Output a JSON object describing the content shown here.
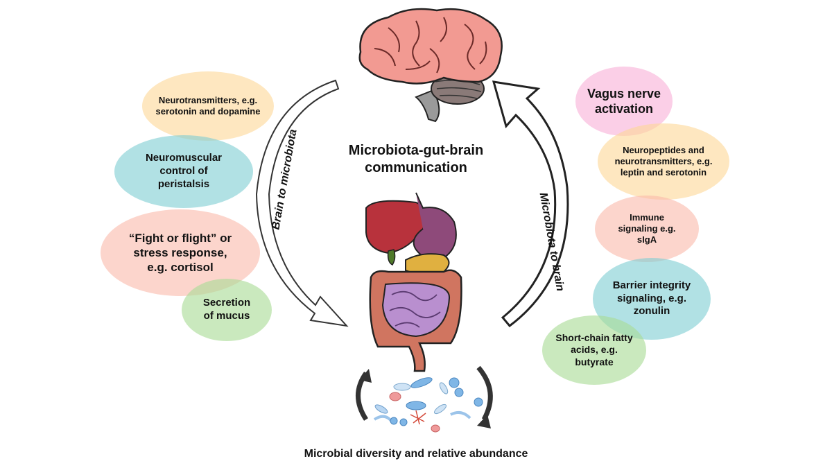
{
  "title": "Microbiota-gut-brain communication",
  "caption": "Microbial diversity and relative abundance",
  "arrows": {
    "left_label": "Brain to microbiota",
    "right_label": "Microbiota to brain"
  },
  "left_bubbles": [
    {
      "text": "Neurotransmitters, e.g. serotonin and dopamine",
      "color": "#fdd796"
    },
    {
      "text": "Neuromuscular control of peristalsis",
      "color": "#7dcdd2"
    },
    {
      "text": "“Fight or flight” or stress response, e.g. cortisol",
      "color": "#fab9aa"
    },
    {
      "text": "Secretion of mucus",
      "color": "#aadc96"
    }
  ],
  "right_bubbles": [
    {
      "text": "Vagus nerve activation",
      "color": "#f8afd7"
    },
    {
      "text": "Neuropeptides and neurotransmitters, e.g. leptin and serotonin",
      "color": "#fdd796"
    },
    {
      "text": "Immune signaling e.g. sIgA",
      "color": "#fab9aa"
    },
    {
      "text": "Barrier integrity signaling, e.g. zonulin",
      "color": "#7dcdd2"
    },
    {
      "text": "Short-chain fatty acids, e.g. butyrate",
      "color": "#aadc96"
    }
  ],
  "icons": [
    "brain-icon",
    "digestive-system-icon",
    "microbes-icon"
  ]
}
